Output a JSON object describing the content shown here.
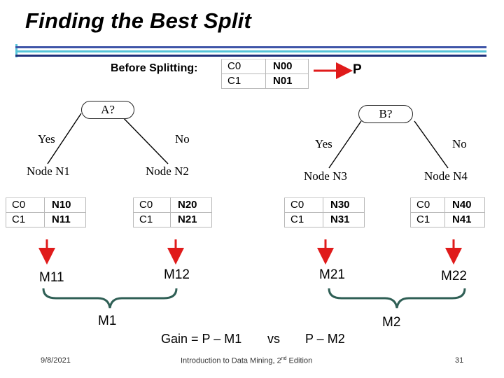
{
  "title": "Finding the Best Split",
  "before": {
    "label": "Before Splitting:",
    "table": [
      [
        "C0",
        "N00"
      ],
      [
        "C1",
        "N01"
      ]
    ],
    "result": "P"
  },
  "split_a": {
    "question": "A?",
    "yes": "Yes",
    "no": "No",
    "node_left": "Node N1",
    "node_right": "Node N2",
    "table_left": [
      [
        "C0",
        "N10"
      ],
      [
        "C1",
        "N11"
      ]
    ],
    "table_right": [
      [
        "C0",
        "N20"
      ],
      [
        "C1",
        "N21"
      ]
    ],
    "m_left": "M11",
    "m_right": "M12",
    "combined": "M1"
  },
  "split_b": {
    "question": "B?",
    "yes": "Yes",
    "no": "No",
    "node_left": "Node N3",
    "node_right": "Node N4",
    "table_left": [
      [
        "C0",
        "N30"
      ],
      [
        "C1",
        "N31"
      ]
    ],
    "table_right": [
      [
        "C0",
        "N40"
      ],
      [
        "C1",
        "N41"
      ]
    ],
    "m_left": "M21",
    "m_right": "M22",
    "combined": "M2"
  },
  "gain": {
    "left": "Gain = P – M1",
    "vs": "vs",
    "right": "P – M2"
  },
  "footer": {
    "date": "9/8/2021",
    "source": "Introduction to Data Mining, 2",
    "superscript": "nd",
    "edition": " Edition",
    "page": "31"
  },
  "colors": {
    "arrow": "#e01b1b",
    "brace": "#2f5f55",
    "rule_dark": "#1f2f7a",
    "rule_light": "#56c4d8"
  }
}
